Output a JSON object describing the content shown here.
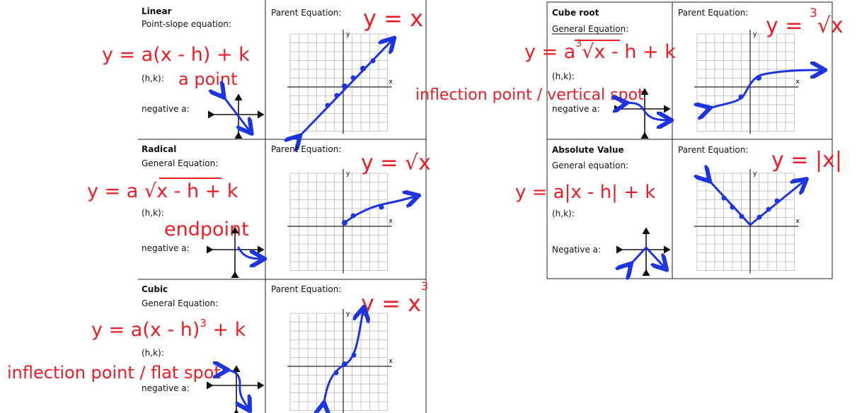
{
  "cards": {
    "linear": {
      "title": "Linear",
      "equation_label": "Point-slope equation:",
      "equation": "y = a(x - h) + k",
      "hk_label": "(h,k):",
      "hk_note": "a point",
      "negative_label": "negative a:",
      "parent_label": "Parent Equation:",
      "parent_eq": "y = x"
    },
    "radical": {
      "title": "Radical",
      "equation_label": "General Equation:",
      "equation": "y = a √x - h + k",
      "hk_label": "(h,k):",
      "hk_note": "endpoint",
      "negative_label": "negative a:",
      "parent_label": "Parent Equation:",
      "parent_eq": "y = √x"
    },
    "cubic": {
      "title": "Cubic",
      "equation_label": "General Equation:",
      "equation_main": "y = a(x - h)",
      "equation_exp": "3",
      "equation_tail": " + k",
      "hk_label": "(h,k):",
      "hk_note": "inflection point / flat spot",
      "negative_label": "negative a:",
      "parent_label": "Parent Equation:",
      "parent_eq": "y = x",
      "parent_exp": "3"
    },
    "cube_root": {
      "title": "Cube root",
      "equation_label": "General Equation:",
      "equation_pre": "y = a",
      "equation_index": "3",
      "equation_rad": "√x - h + k",
      "hk_label": "(h,k):",
      "hk_note": "inflection point / vertical spot",
      "negative_label": "negative a:",
      "parent_label": "Parent Equation:",
      "parent_pre": "y = ",
      "parent_index": "3",
      "parent_rad": "√x"
    },
    "absolute": {
      "title": "Absolute Value",
      "equation_label": "General equation:",
      "equation": "y = a|x - h| + k",
      "hk_label": "(h,k):",
      "negative_label": "Negative a:",
      "parent_label": "Parent Equation:",
      "parent_eq": "y = |x|"
    }
  },
  "axes": {
    "x_label": "x",
    "y_label": "y"
  },
  "colors": {
    "ink_red": "#ee1c24",
    "ink_blue": "#1d35e0",
    "grid": "#b9b9b9"
  }
}
